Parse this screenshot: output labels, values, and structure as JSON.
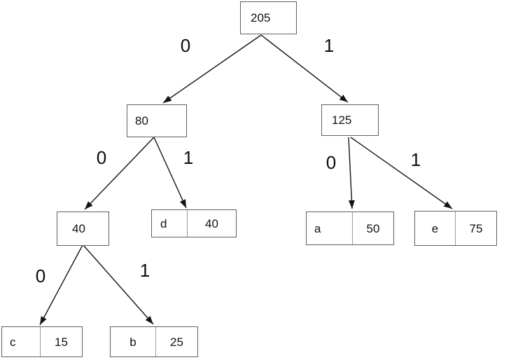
{
  "diagram": {
    "kind": "huffman-binary-tree",
    "background": "#ffffff",
    "colors": {
      "edge_line": "#141414",
      "box_border": "#5f5f5f",
      "cell_divider": "#9b9b9b",
      "text": "#111111"
    },
    "internal_nodes": {
      "root": {
        "weight": "205"
      },
      "n80": {
        "weight": "80"
      },
      "n125": {
        "weight": "125"
      },
      "n40": {
        "weight": "40"
      }
    },
    "leaves": {
      "d": {
        "symbol": "d",
        "weight": "40"
      },
      "a": {
        "symbol": "a",
        "weight": "50"
      },
      "e": {
        "symbol": "e",
        "weight": "75"
      },
      "c": {
        "symbol": "c",
        "weight": "15"
      },
      "b": {
        "symbol": "b",
        "weight": "25"
      }
    },
    "edges": {
      "root_to_80": {
        "bit": "0"
      },
      "root_to_125": {
        "bit": "1"
      },
      "n80_to_40": {
        "bit": "0"
      },
      "n80_to_d": {
        "bit": "1"
      },
      "n125_to_a": {
        "bit": "0"
      },
      "n125_to_e": {
        "bit": "1"
      },
      "n40_to_c": {
        "bit": "0"
      },
      "n40_to_b": {
        "bit": "1"
      }
    }
  }
}
